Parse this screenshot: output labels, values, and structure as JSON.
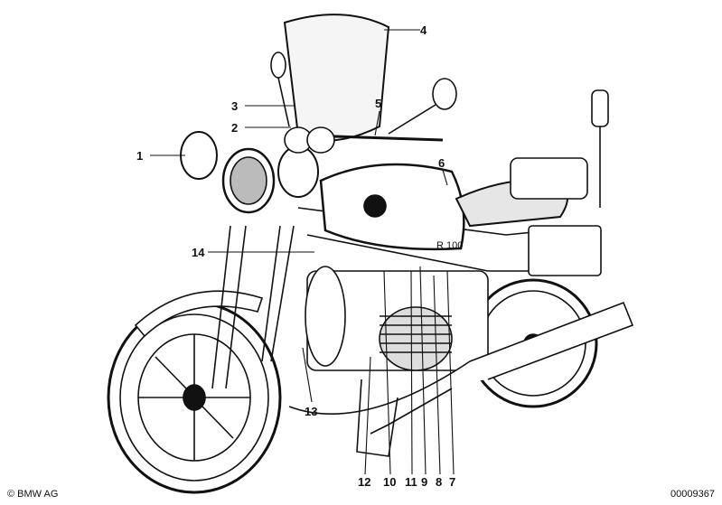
{
  "diagram": {
    "callouts": [
      {
        "id": "1",
        "label": "1"
      },
      {
        "id": "2",
        "label": "2"
      },
      {
        "id": "3",
        "label": "3"
      },
      {
        "id": "4",
        "label": "4"
      },
      {
        "id": "5",
        "label": "5"
      },
      {
        "id": "6",
        "label": "6"
      },
      {
        "id": "7",
        "label": "7"
      },
      {
        "id": "8",
        "label": "8"
      },
      {
        "id": "9",
        "label": "9"
      },
      {
        "id": "10",
        "label": "10"
      },
      {
        "id": "11",
        "label": "11"
      },
      {
        "id": "12",
        "label": "12"
      },
      {
        "id": "13",
        "label": "13"
      },
      {
        "id": "14",
        "label": "14"
      }
    ],
    "tank_badge": "R 100",
    "copyright": "© BMW AG",
    "drawing_number": "00009367"
  }
}
